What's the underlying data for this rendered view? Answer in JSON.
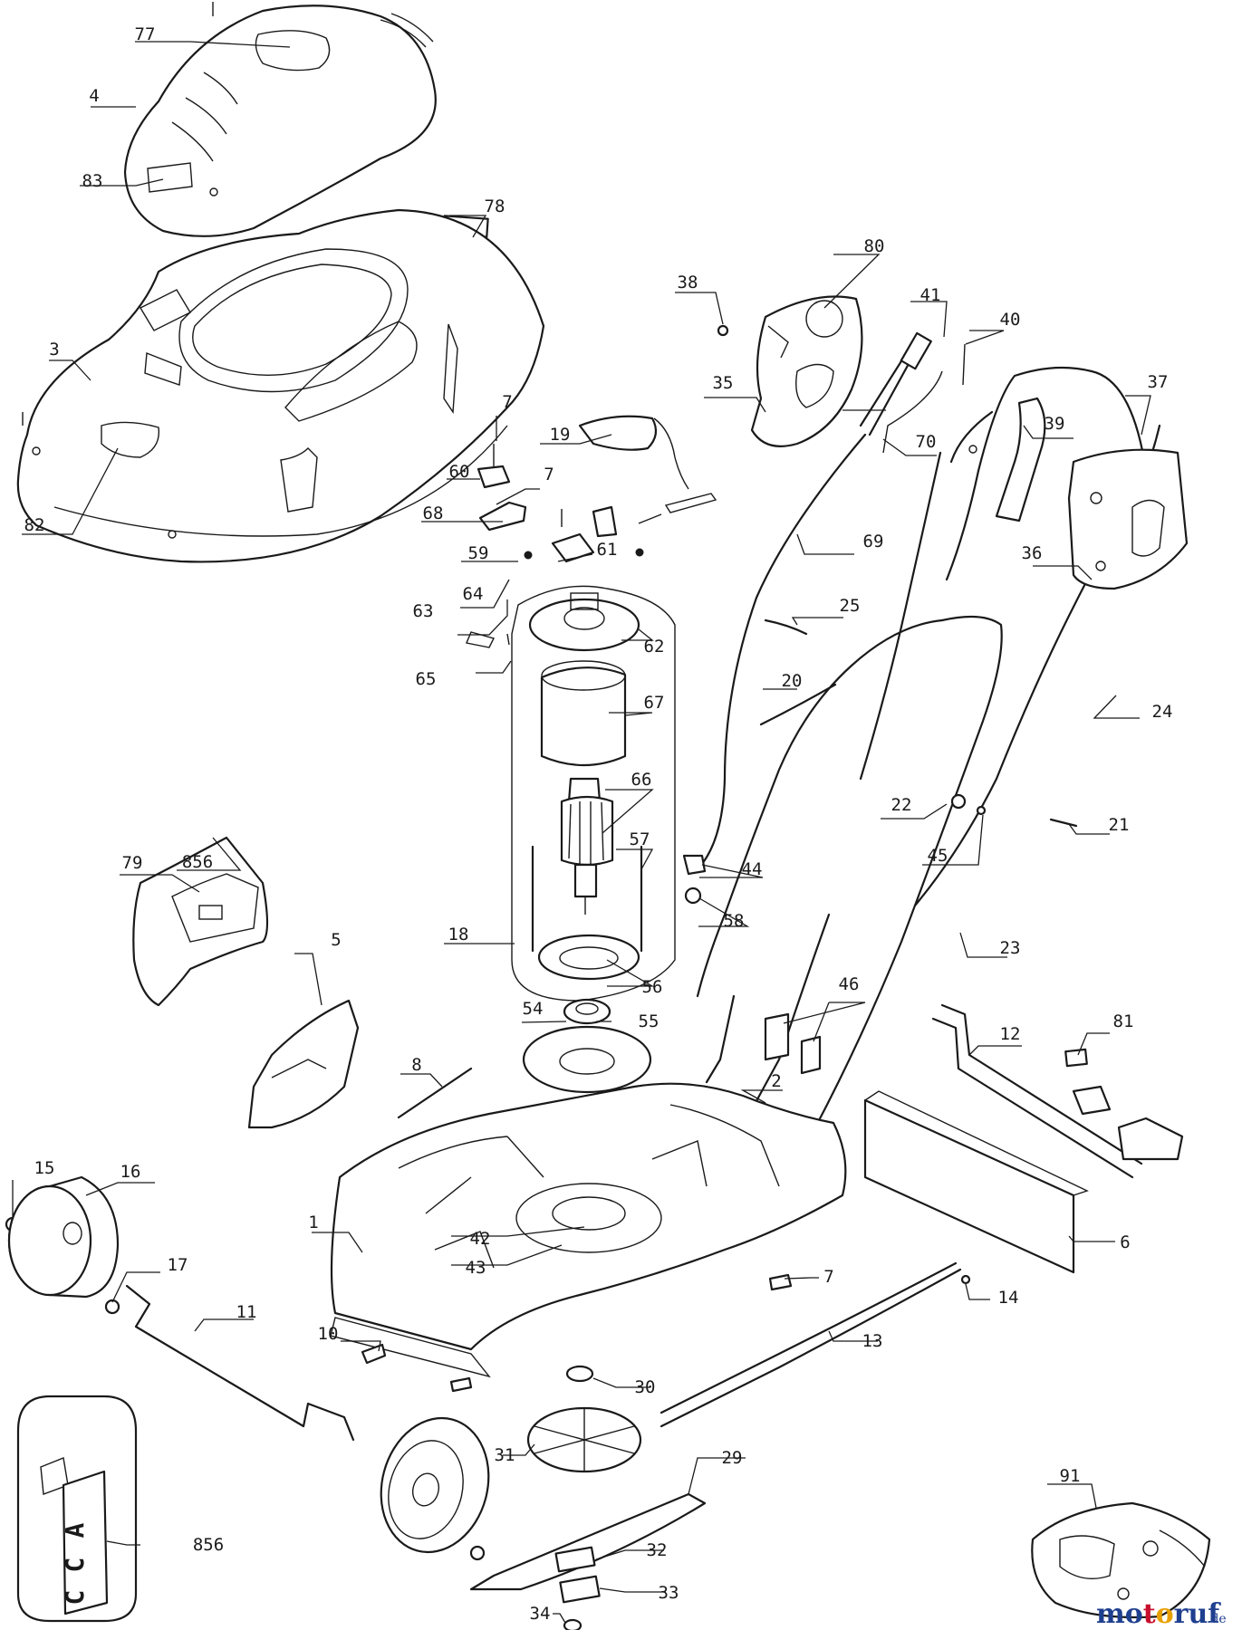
{
  "callouts": [
    {
      "id": "77",
      "label": "77"
    },
    {
      "id": "4",
      "label": "4"
    },
    {
      "id": "83",
      "label": "83"
    },
    {
      "id": "78",
      "label": "78"
    },
    {
      "id": "3",
      "label": "3"
    },
    {
      "id": "82",
      "label": "82"
    },
    {
      "id": "7a",
      "label": "7"
    },
    {
      "id": "60",
      "label": "60"
    },
    {
      "id": "19",
      "label": "19"
    },
    {
      "id": "7b",
      "label": "7"
    },
    {
      "id": "68",
      "label": "68"
    },
    {
      "id": "59",
      "label": "59"
    },
    {
      "id": "61",
      "label": "61"
    },
    {
      "id": "64",
      "label": "64"
    },
    {
      "id": "63",
      "label": "63"
    },
    {
      "id": "65",
      "label": "65"
    },
    {
      "id": "62",
      "label": "62"
    },
    {
      "id": "67",
      "label": "67"
    },
    {
      "id": "66",
      "label": "66"
    },
    {
      "id": "57",
      "label": "57"
    },
    {
      "id": "18",
      "label": "18"
    },
    {
      "id": "56",
      "label": "56"
    },
    {
      "id": "54",
      "label": "54"
    },
    {
      "id": "55",
      "label": "55"
    },
    {
      "id": "38",
      "label": "38"
    },
    {
      "id": "80",
      "label": "80"
    },
    {
      "id": "41",
      "label": "41"
    },
    {
      "id": "40",
      "label": "40"
    },
    {
      "id": "35",
      "label": "35"
    },
    {
      "id": "70",
      "label": "70"
    },
    {
      "id": "37",
      "label": "37"
    },
    {
      "id": "39",
      "label": "39"
    },
    {
      "id": "36",
      "label": "36"
    },
    {
      "id": "69",
      "label": "69"
    },
    {
      "id": "25",
      "label": "25"
    },
    {
      "id": "20",
      "label": "20"
    },
    {
      "id": "24",
      "label": "24"
    },
    {
      "id": "22",
      "label": "22"
    },
    {
      "id": "45",
      "label": "45"
    },
    {
      "id": "21",
      "label": "21"
    },
    {
      "id": "44",
      "label": "44"
    },
    {
      "id": "58",
      "label": "58"
    },
    {
      "id": "23",
      "label": "23"
    },
    {
      "id": "46",
      "label": "46"
    },
    {
      "id": "2",
      "label": "2"
    },
    {
      "id": "12",
      "label": "12"
    },
    {
      "id": "81",
      "label": "81"
    },
    {
      "id": "856a",
      "label": "856"
    },
    {
      "id": "79",
      "label": "79"
    },
    {
      "id": "5",
      "label": "5"
    },
    {
      "id": "8",
      "label": "8"
    },
    {
      "id": "15",
      "label": "15"
    },
    {
      "id": "16",
      "label": "16"
    },
    {
      "id": "17",
      "label": "17"
    },
    {
      "id": "1",
      "label": "1"
    },
    {
      "id": "42",
      "label": "42"
    },
    {
      "id": "43",
      "label": "43"
    },
    {
      "id": "6",
      "label": "6"
    },
    {
      "id": "7c",
      "label": "7"
    },
    {
      "id": "14",
      "label": "14"
    },
    {
      "id": "13",
      "label": "13"
    },
    {
      "id": "11",
      "label": "11"
    },
    {
      "id": "10",
      "label": "10"
    },
    {
      "id": "30",
      "label": "30"
    },
    {
      "id": "31",
      "label": "31"
    },
    {
      "id": "29",
      "label": "29"
    },
    {
      "id": "856b",
      "label": "856"
    },
    {
      "id": "32",
      "label": "32"
    },
    {
      "id": "33",
      "label": "33"
    },
    {
      "id": "34",
      "label": "34"
    },
    {
      "id": "91",
      "label": "91"
    }
  ],
  "inset": {
    "letters": [
      "A",
      "C",
      "C"
    ]
  },
  "watermark": {
    "brand": "motoruf",
    "suffix": ".de",
    "colors": [
      "#1f3f8f",
      "#c8102e",
      "#e8a000",
      "#1f3f8f"
    ]
  }
}
